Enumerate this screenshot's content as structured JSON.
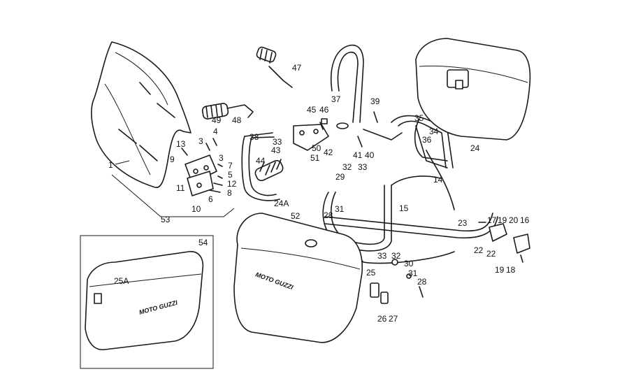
{
  "labels": [
    "1",
    "53",
    "13",
    "9",
    "3",
    "4",
    "3",
    "7",
    "5",
    "12",
    "8",
    "6",
    "10",
    "11",
    "49",
    "48",
    "47",
    "38",
    "33",
    "43",
    "50",
    "42",
    "51",
    "44",
    "45",
    "46",
    "37",
    "39",
    "41",
    "40",
    "35",
    "34",
    "36",
    "24",
    "14",
    "32",
    "33",
    "29",
    "31",
    "28",
    "15",
    "24A",
    "52",
    "23",
    "17",
    "19",
    "20",
    "16",
    "22",
    "22",
    "19",
    "18",
    "33",
    "32",
    "30",
    "31",
    "28",
    "25",
    "26",
    "27",
    "54",
    "25A"
  ],
  "brand_text": "MOTO GUZZI"
}
